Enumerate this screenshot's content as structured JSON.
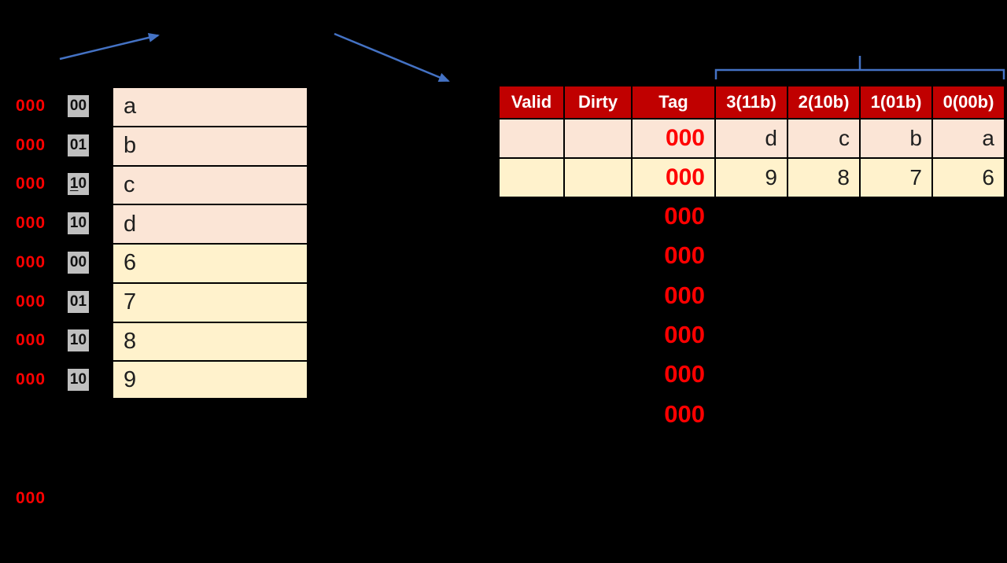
{
  "colors": {
    "background": "#000000",
    "header_red": "#C00000",
    "tag_red": "#FF0000",
    "block_pink": "#FBE5D6",
    "block_yellow": "#FFF2CC",
    "offset_gray": "#BFBFBF",
    "arrow_blue": "#4472C4",
    "grid_black": "#000000",
    "header_text_white": "#FFFFFF"
  },
  "connectors": {
    "address_arrow": "arrow-up-right",
    "cache_arrow": "arrow-down-right",
    "block_bracket": "top-brace-over-word-columns"
  },
  "memory": {
    "rows": [
      {
        "tag": "000",
        "offset": "00",
        "value": "a"
      },
      {
        "tag": "000",
        "offset": "01",
        "value": "b"
      },
      {
        "tag": "000",
        "offset": "10",
        "value": "c"
      },
      {
        "tag": "000",
        "offset": "10",
        "value": "d"
      },
      {
        "tag": "000",
        "offset": "00",
        "value": "6"
      },
      {
        "tag": "000",
        "offset": "01",
        "value": "7"
      },
      {
        "tag": "000",
        "offset": "10",
        "value": "8"
      },
      {
        "tag": "000",
        "offset": "10",
        "value": "9"
      }
    ],
    "offset_underline": {
      "row_index": 2,
      "first": "1",
      "rest": "0"
    }
  },
  "footer": {
    "tag": "000"
  },
  "cache": {
    "headers": [
      "Valid",
      "Dirty",
      "Tag",
      "3(11b)",
      "2(10b)",
      "1(01b)",
      "0(00b)"
    ],
    "rows": [
      {
        "valid": "",
        "dirty": "",
        "tag": "000",
        "data": [
          "d",
          "c",
          "b",
          "a"
        ]
      },
      {
        "valid": "",
        "dirty": "",
        "tag": "000",
        "data": [
          "9",
          "8",
          "7",
          "6"
        ]
      }
    ],
    "pending_tags": [
      "000",
      "000",
      "000",
      "000",
      "000",
      "000"
    ]
  }
}
